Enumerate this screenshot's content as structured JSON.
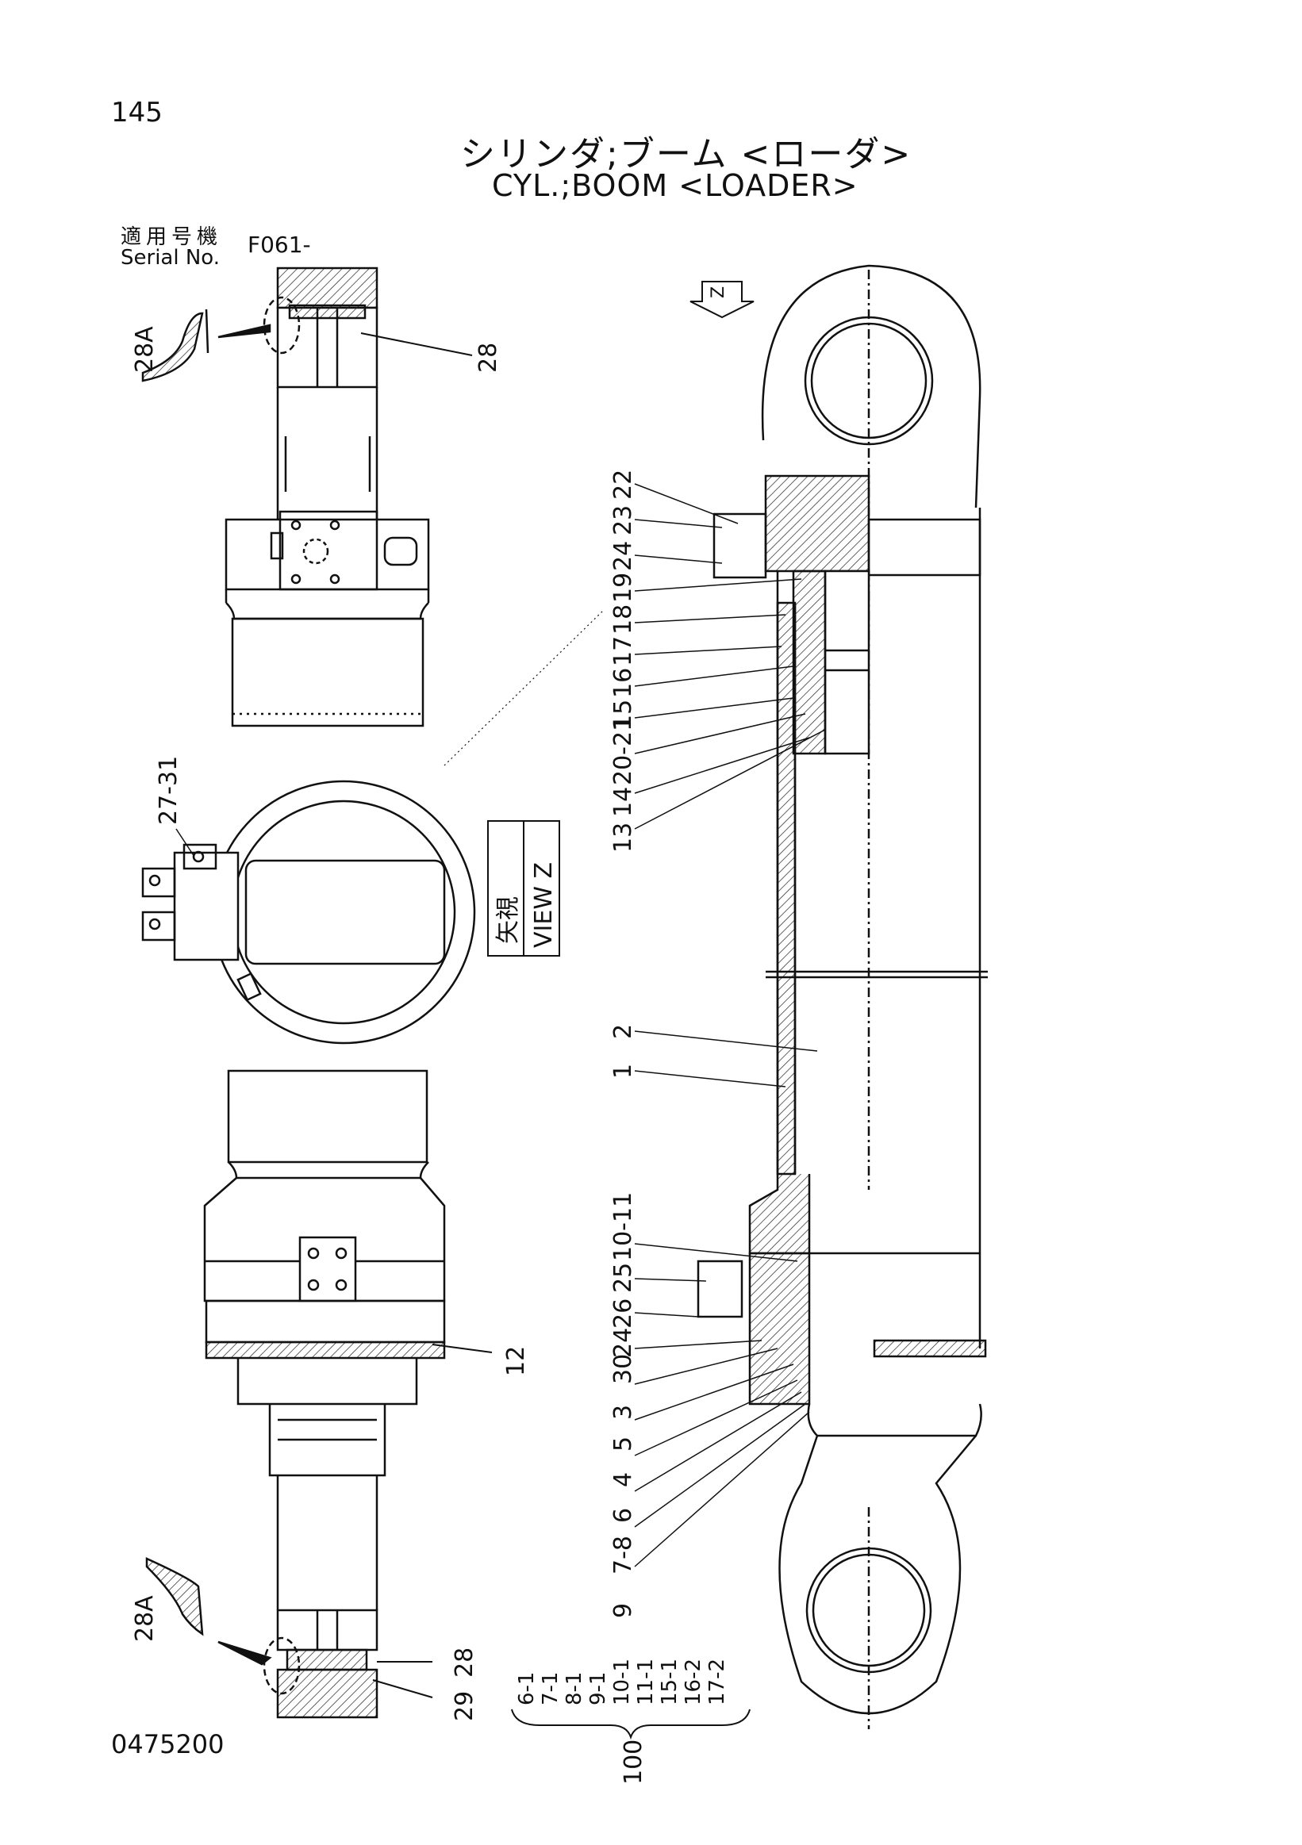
{
  "page_number": "145",
  "title_jp": "シリンダ;ブーム <ローダ>",
  "title_en": "CYL.;BOOM <LOADER>",
  "serial": {
    "label_jp": "適用号機",
    "label_en": "Serial No.",
    "value": "F061-"
  },
  "view_label": {
    "jp": "矢視",
    "en": "VIEW Z"
  },
  "view_marker": "Z",
  "callouts_main": [
    "22",
    "23",
    "24",
    "19",
    "18",
    "17",
    "16",
    "15",
    "20-21",
    "14",
    "13",
    "2",
    "1",
    "10-11",
    "25",
    "26",
    "30",
    "24",
    "3",
    "5",
    "3",
    "4",
    "6",
    "7-8",
    "9"
  ],
  "callouts_top": [
    "28A",
    "28"
  ],
  "callouts_mid": [
    "27-31"
  ],
  "callouts_bottom": [
    "12",
    "28A",
    "28",
    "29"
  ],
  "kit": {
    "items": [
      "6-1",
      "7-1",
      "8-1",
      "9-1",
      "10-1",
      "11-1",
      "15-1",
      "16-2",
      "17-2"
    ],
    "number": "100"
  },
  "drawing_number": "0475200"
}
